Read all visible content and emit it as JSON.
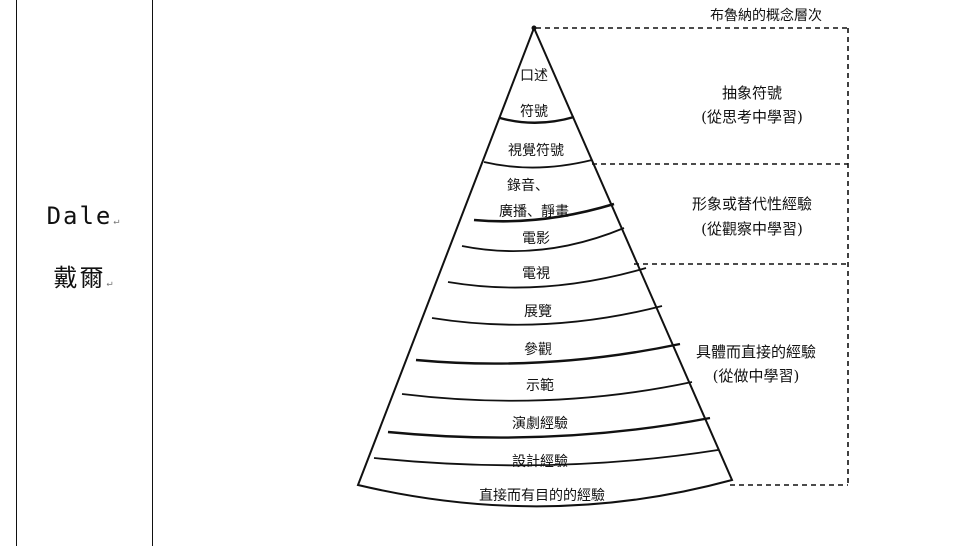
{
  "author": {
    "name": "Dale",
    "name_zh": "戴爾",
    "mark": "↵"
  },
  "diagram": {
    "top_label": "布魯納的概念層次",
    "cone_layers": [
      {
        "label": "口述"
      },
      {
        "label": "符號"
      },
      {
        "label": "視覺符號"
      },
      {
        "label": "錄音、"
      },
      {
        "label": "廣播、靜畫"
      },
      {
        "label": "電影"
      },
      {
        "label": "電視"
      },
      {
        "label": "展覽"
      },
      {
        "label": "參觀"
      },
      {
        "label": "示範"
      },
      {
        "label": "演劇經驗"
      },
      {
        "label": "設計經驗"
      },
      {
        "label": "直接而有目的的經驗"
      }
    ],
    "levels": [
      {
        "title": "抽象符號",
        "subtitle": "(從思考中學習)"
      },
      {
        "title": "形象或替代性經驗",
        "subtitle": "(從觀察中學習)"
      },
      {
        "title": "具體而直接的經驗",
        "subtitle": "(從做中學習)"
      }
    ]
  }
}
